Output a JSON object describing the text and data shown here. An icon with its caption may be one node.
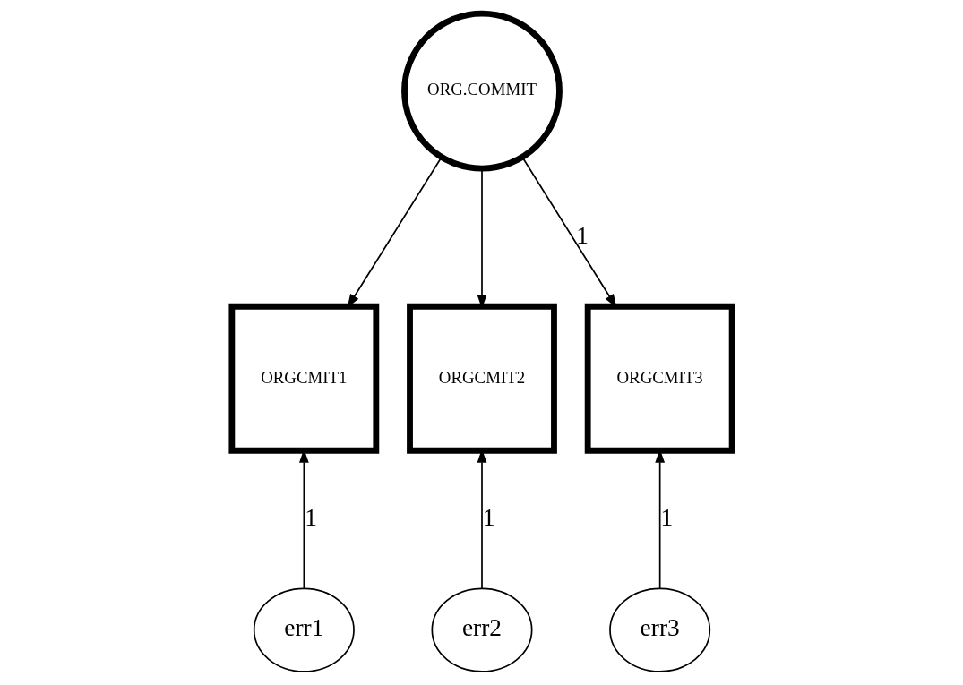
{
  "diagram": {
    "nodes": [
      {
        "text": [
          "ORG.COMMIT"
        ]
      },
      {
        "text": [
          "ORGCMIT1"
        ]
      },
      {
        "text": [
          "ORGCMIT2"
        ]
      },
      {
        "text": [
          "ORGCMIT3"
        ]
      },
      {
        "text": [
          "err1"
        ]
      },
      {
        "text": [
          "err2"
        ]
      },
      {
        "text": [
          "err3"
        ]
      }
    ],
    "edges": [
      {
        "from": 0,
        "to": 1,
        "arrow": "to"
      },
      {
        "from": 0,
        "to": 2,
        "arrow": "to"
      },
      {
        "from": 0,
        "to": 3,
        "arrow": "to",
        "label": "1"
      },
      {
        "from": 4,
        "to": 1,
        "arrow": "to",
        "label": "1"
      },
      {
        "from": 5,
        "to": 2,
        "arrow": "to",
        "label": "1"
      },
      {
        "from": 6,
        "to": 3,
        "arrow": "to",
        "label": "1"
      }
    ]
  }
}
